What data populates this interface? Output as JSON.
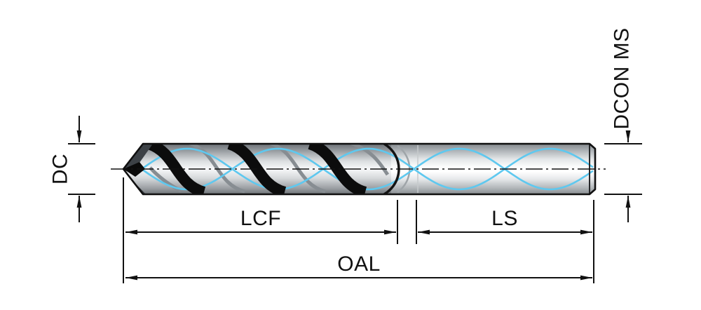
{
  "diagram": {
    "type": "technical-drawing",
    "subject": "twist-drill-with-coolant-channels",
    "labels": {
      "dc": "DC",
      "dcon_ms": "DCON MS",
      "lcf": "LCF",
      "ls": "LS",
      "oal": "OAL"
    },
    "colors": {
      "background": "#ffffff",
      "line": "#111111",
      "coolant": "#5ec8ef"
    }
  }
}
